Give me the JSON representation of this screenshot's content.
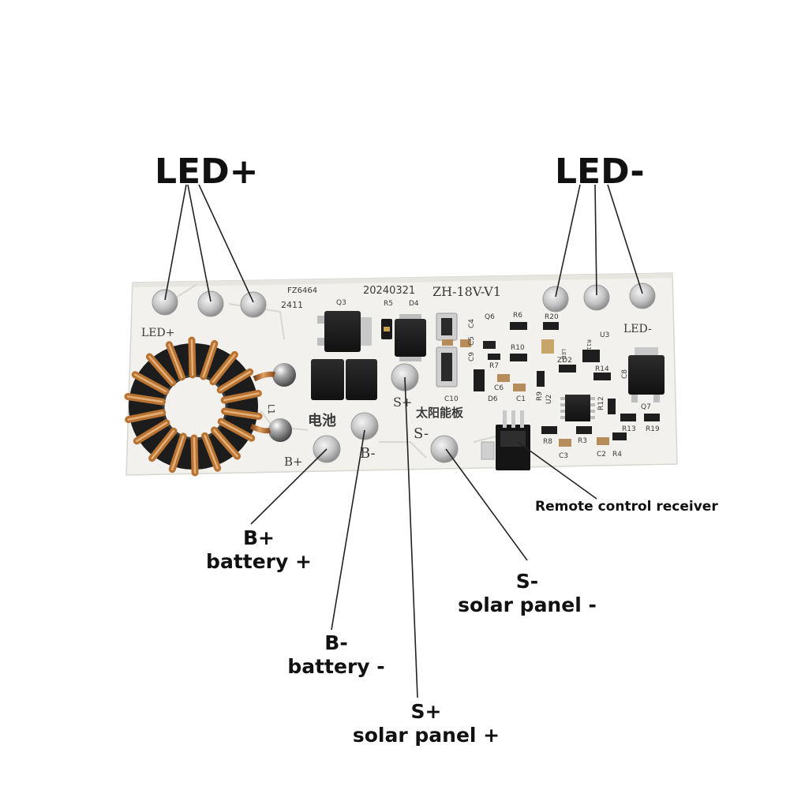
{
  "callouts": {
    "led_plus": "LED+",
    "led_minus": "LED-",
    "remote": "Remote control receiver",
    "b_plus_code": "B+",
    "b_plus_desc": "battery +",
    "b_minus_code": "B-",
    "b_minus_desc": "battery -",
    "s_minus_code": "S-",
    "s_minus_desc": "solar panel -",
    "s_plus_code": "S+",
    "s_plus_desc": "solar panel +"
  },
  "board": {
    "fz": "FZ6464",
    "date": "20240321",
    "model": "ZH-18V-V1",
    "stamp": "2411",
    "led_plus": "LED+",
    "led_minus": "LED-",
    "battery_cn": "电池",
    "solar_cn": "太阳能板",
    "b_plus": "B+",
    "b_minus": "B-",
    "s_plus": "S+",
    "s_minus": "S-",
    "l1": "L1",
    "parts": {
      "q3": "Q3",
      "r5": "R5",
      "d4": "D4",
      "c4": "C4",
      "c5": "C5",
      "c9": "C9",
      "q6": "Q6",
      "r6": "R6",
      "r20": "R20",
      "r10": "R10",
      "r7": "R7",
      "led": "LED",
      "r11": "R11",
      "u3": "U3",
      "zd2": "ZD2",
      "r14": "R14",
      "c8": "C8",
      "c6": "C6",
      "c1": "C1",
      "r9": "R9",
      "u2": "U2",
      "c10": "C10",
      "d6": "D6",
      "r12": "R12",
      "q7": "Q7",
      "r13": "R13",
      "r19": "R19",
      "r8": "R8",
      "r3": "R3",
      "c2": "C2",
      "r4": "R4",
      "c3": "C3"
    }
  },
  "colors": {
    "board": "#f2f1ed",
    "pad": "#bcbcbc",
    "copper": "#b87333",
    "core": "#1c1c1c",
    "chip": "#1e1e1e"
  }
}
